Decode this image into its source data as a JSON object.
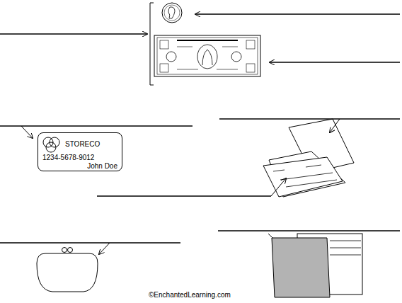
{
  "diagram": {
    "nodes": [
      {
        "text": [
          "STORECO",
          "1234-5678-9012",
          "John Doe"
        ]
      }
    ],
    "labels": [
      "©EnchantedLearning.com"
    ]
  }
}
